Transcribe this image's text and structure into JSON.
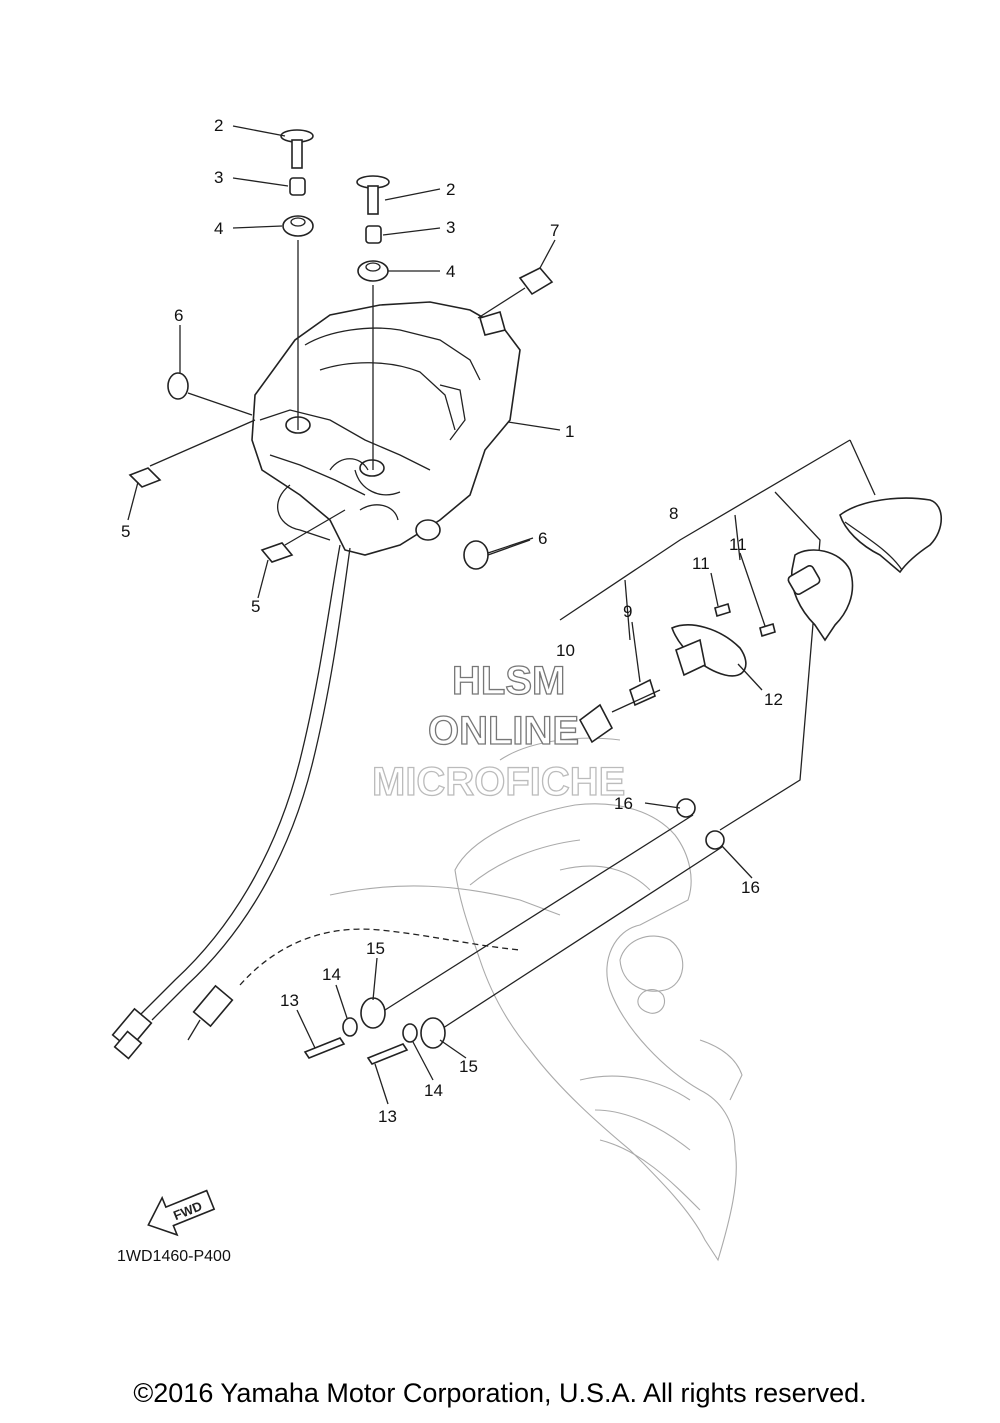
{
  "diagram": {
    "callouts": [
      {
        "id": "c2a",
        "text": "2"
      },
      {
        "id": "c3a",
        "text": "3"
      },
      {
        "id": "c4a",
        "text": "4"
      },
      {
        "id": "c2b",
        "text": "2"
      },
      {
        "id": "c3b",
        "text": "3"
      },
      {
        "id": "c4b",
        "text": "4"
      },
      {
        "id": "c7",
        "text": "7"
      },
      {
        "id": "c6a",
        "text": "6"
      },
      {
        "id": "c1",
        "text": "1"
      },
      {
        "id": "c5a",
        "text": "5"
      },
      {
        "id": "c6b",
        "text": "6"
      },
      {
        "id": "c5b",
        "text": "5"
      },
      {
        "id": "c8",
        "text": "8"
      },
      {
        "id": "c11a",
        "text": "11"
      },
      {
        "id": "c11b",
        "text": "11"
      },
      {
        "id": "c9",
        "text": "9"
      },
      {
        "id": "c10",
        "text": "10"
      },
      {
        "id": "c12",
        "text": "12"
      },
      {
        "id": "c16a",
        "text": "16"
      },
      {
        "id": "c16b",
        "text": "16"
      },
      {
        "id": "c15a",
        "text": "15"
      },
      {
        "id": "c14a",
        "text": "14"
      },
      {
        "id": "c13a",
        "text": "13"
      },
      {
        "id": "c14b",
        "text": "14"
      },
      {
        "id": "c15b",
        "text": "15"
      },
      {
        "id": "c13b",
        "text": "13"
      }
    ],
    "fwd_label": "FWD",
    "diagram_code": "1WD1460-P400"
  },
  "watermark": {
    "line1": "HLSM",
    "line2": "ONLINE",
    "line3": "MICROFICHE"
  },
  "footer": {
    "copyright": "©2016 Yamaha Motor Corporation, U.S.A. All rights reserved."
  }
}
